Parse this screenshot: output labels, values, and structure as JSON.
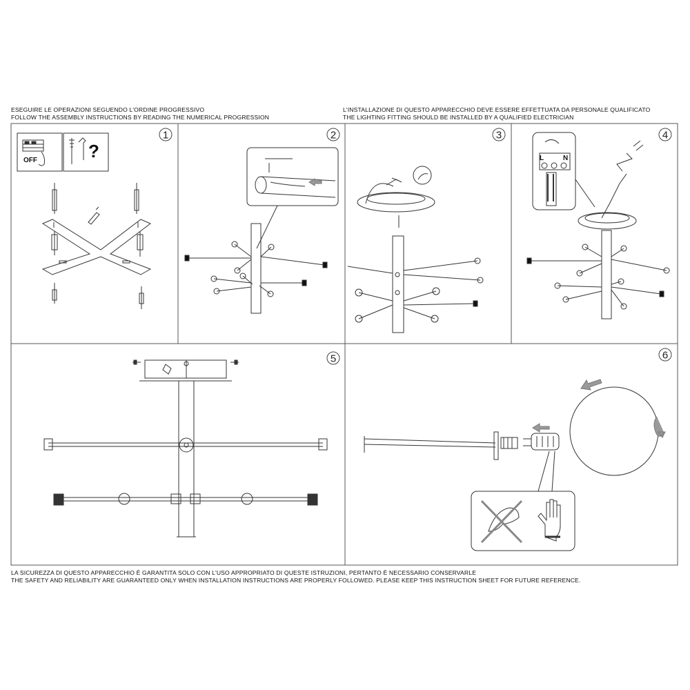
{
  "header": {
    "left_line1": "ESEGUIRE LE OPERAZIONI SEGUENDO L'ORDINE PROGRESSIVO",
    "left_line2": "FOLLOW THE ASSEMBLY INSTRUCTIONS BY READING THE NUMERICAL PROGRESSION",
    "right_line1": "L'INSTALLAZIONE DI QUESTO APPARECCHIO DEVE ESSERE EFFETTUATA DA PERSONALE QUALIFICATO",
    "right_line2": "THE LIGHTING FITTING SHOULD BE INSTALLED BY A QUALIFIED ELECTRICIAN"
  },
  "steps": [
    {
      "number": "1"
    },
    {
      "number": "2"
    },
    {
      "number": "3"
    },
    {
      "number": "4"
    },
    {
      "number": "5"
    },
    {
      "number": "6"
    }
  ],
  "labels": {
    "off": "OFF",
    "question": "?",
    "terminal_l": "L",
    "terminal_n": "N"
  },
  "footer": {
    "line1": "LA SICUREZZA DI QUESTO APPARECCHIO È GARANTITA SOLO CON L'USO APPROPRIATO DI QUESTE ISTRUZIONI, PERTANTO È NECESSARIO CONSERVARLE",
    "line2": "THE SAFETY AND RELIABILITY ARE GUARANTEED ONLY WHEN INSTALLATION INSTRUCTIONS ARE PROPERLY FOLLOWED. PLEASE KEEP THIS INSTRUCTION SHEET FOR FUTURE REFERENCE."
  },
  "colors": {
    "line": "#333333",
    "arrow": "#9a9a9a",
    "frame": "#555555"
  }
}
